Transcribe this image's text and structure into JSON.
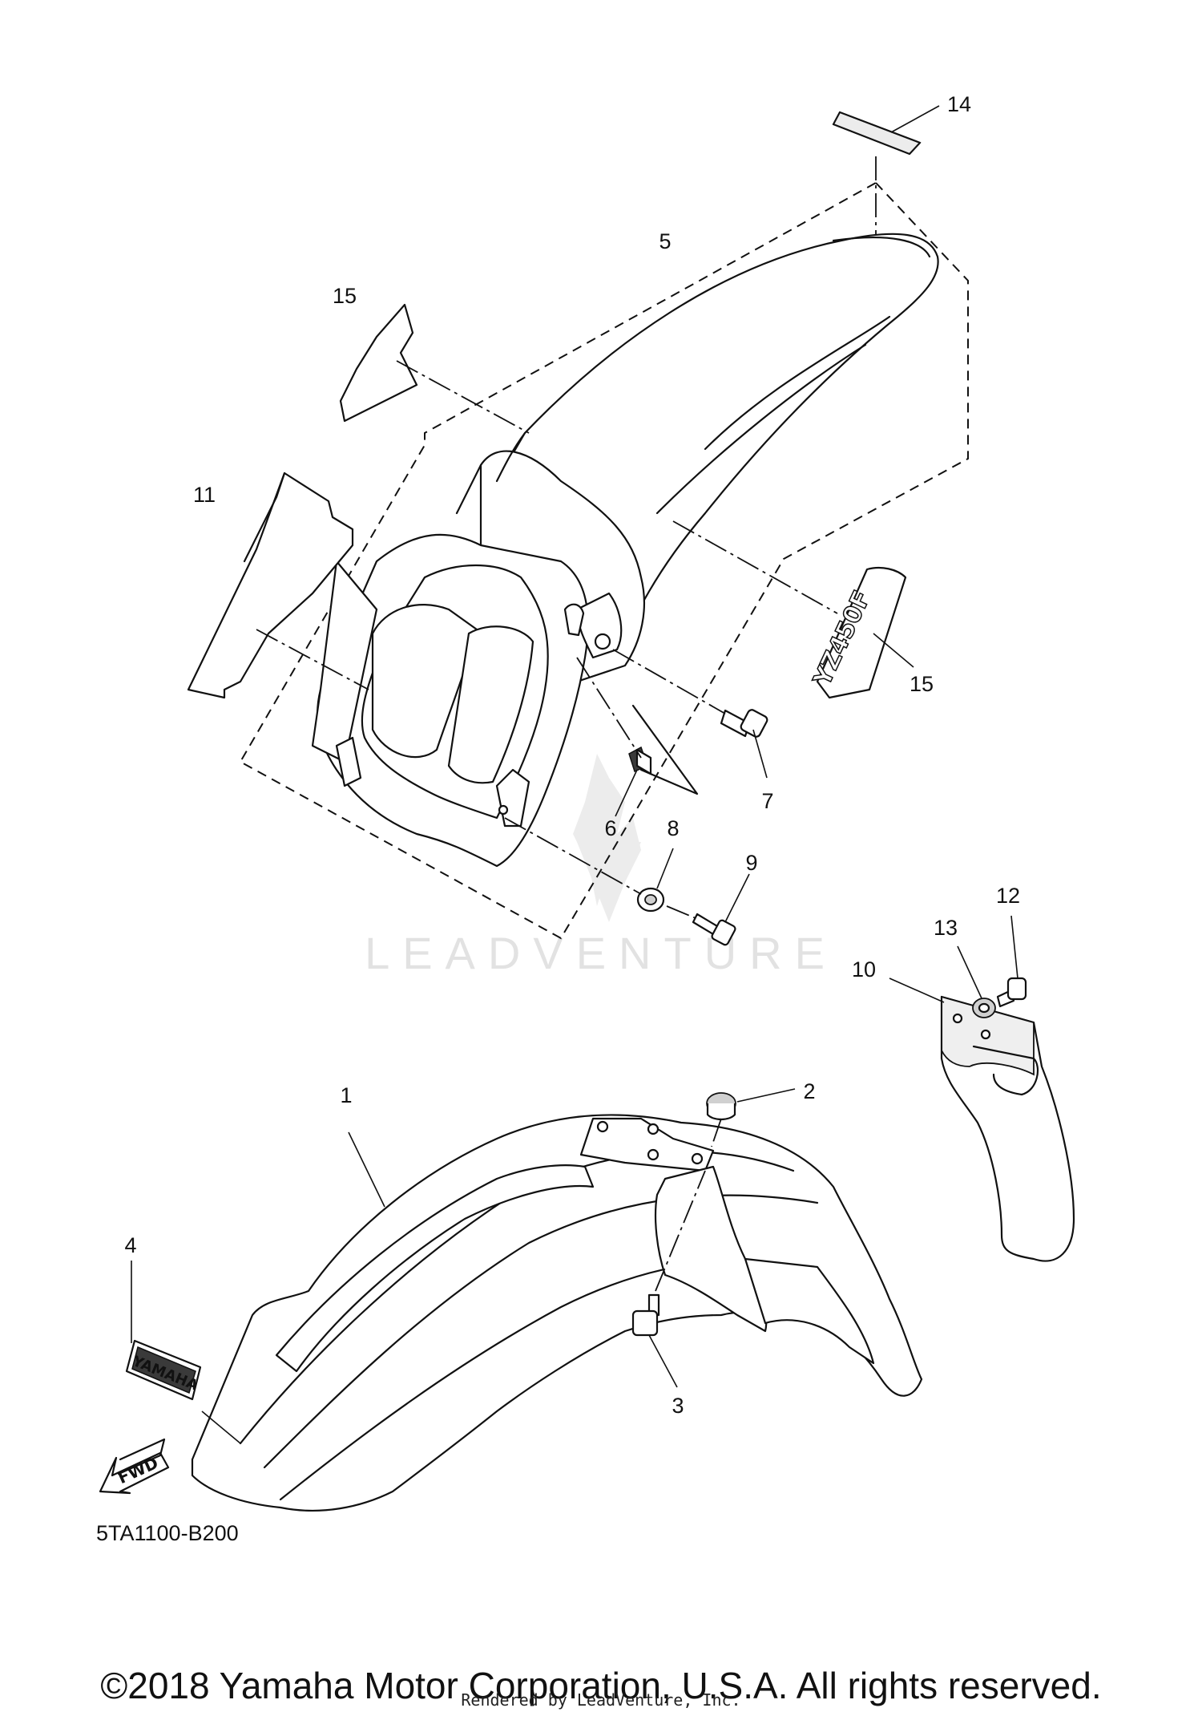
{
  "diagram": {
    "callouts": [
      {
        "id": "c14",
        "text": "14"
      },
      {
        "id": "c5",
        "text": "5"
      },
      {
        "id": "c15a",
        "text": "15"
      },
      {
        "id": "c11",
        "text": "11"
      },
      {
        "id": "c15b",
        "text": "15"
      },
      {
        "id": "c7",
        "text": "7"
      },
      {
        "id": "c6",
        "text": "6"
      },
      {
        "id": "c8",
        "text": "8"
      },
      {
        "id": "c9",
        "text": "9"
      },
      {
        "id": "c12",
        "text": "12"
      },
      {
        "id": "c13",
        "text": "13"
      },
      {
        "id": "c10",
        "text": "10"
      },
      {
        "id": "c1",
        "text": "1"
      },
      {
        "id": "c2",
        "text": "2"
      },
      {
        "id": "c4",
        "text": "4"
      },
      {
        "id": "c3",
        "text": "3"
      }
    ],
    "decal_yamaha": "YAMAHA",
    "decal_yz450": "YZ450F",
    "fwd_arrow": "FWD",
    "diagram_code": "5TA1100-B200",
    "watermark": "LEADVENTURE"
  },
  "footer": {
    "copyright": "©2018 Yamaha Motor Corporation, U.S.A. All rights reserved.",
    "rendered_by": "Rendered by LeadVenture, Inc."
  }
}
